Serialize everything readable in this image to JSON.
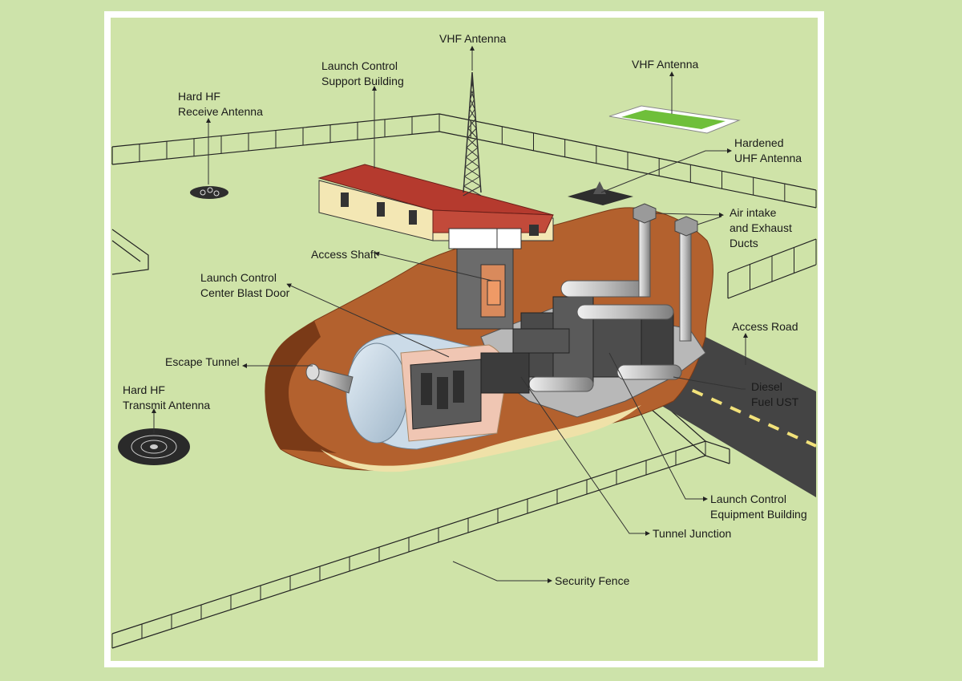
{
  "colors": {
    "background": "#cde3aa",
    "frame": "#ffffff",
    "ground": "#cfe3a8",
    "earth": "#b3612e",
    "earth_dark": "#7a3a17",
    "roof": "#b53a2e",
    "building_wall": "#f3e7b4",
    "concrete": "#8a8a8a",
    "road": "#444444",
    "lawn": "#6fbf3a"
  },
  "labels": {
    "vhf_antenna_tower": "VHF Antenna",
    "vhf_antenna_pad": "VHF Antenna",
    "launch_control_support_building": [
      "Launch Control",
      "Support Building"
    ],
    "hard_hf_receive_antenna": [
      "Hard HF",
      "Receive Antenna"
    ],
    "hardened_uhf_antenna": [
      "Hardened",
      "UHF Antenna"
    ],
    "air_intake_exhaust": [
      "Air intake",
      "and Exhaust",
      "Ducts"
    ],
    "access_shaft": "Access Shaft",
    "lcc_blast_door": [
      "Launch Control",
      "Center Blast Door"
    ],
    "access_road": "Access Road",
    "escape_tunnel": "Escape Tunnel",
    "diesel_fuel_ust": [
      "Diesel",
      "Fuel UST"
    ],
    "hard_hf_transmit_antenna": [
      "Hard HF",
      "Transmit Antenna"
    ],
    "launch_control_equipment_building": [
      "Launch Control",
      "Equipment Building"
    ],
    "tunnel_junction": "Tunnel Junction",
    "security_fence": "Security Fence"
  }
}
